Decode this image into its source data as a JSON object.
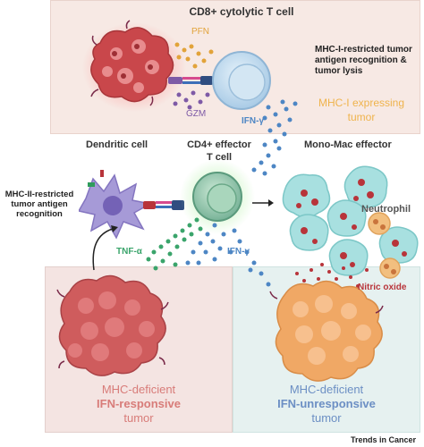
{
  "labels": {
    "cd8_title": "CD8+ cytolytic T cell",
    "pfn": "PFN",
    "gzm": "GZM",
    "ifn_gamma_top": "IFN-γ",
    "mhc1_recognition": "MHC-I-restricted tumor antigen recognition & tumor lysis",
    "mhc1_tumor_line1": "MHC-I expressing",
    "mhc1_tumor_line2": "tumor",
    "dendritic": "Dendritic cell",
    "cd4_line1": "CD4+ effector",
    "cd4_line2": "T cell",
    "monomac": "Mono-Mac effector",
    "mhc2_recognition": "MHC-II-restricted tumor antigen recognition",
    "neutrophil": "Neutrophil",
    "tnf_alpha": "TNF-α",
    "ifn_gamma_mid": "IFN-γ",
    "nitric_oxide": "Nitric oxide",
    "left_tumor_line1": "MHC-deficient",
    "left_tumor_line2": "IFN-responsive",
    "left_tumor_line3": "tumor",
    "right_tumor_line1": "MHC-deficient",
    "right_tumor_line2": "IFN-unresponsive",
    "right_tumor_line3": "tumor",
    "journal": "Trends in Cancer"
  },
  "colors": {
    "pfn": "#e2a33a",
    "gzm": "#7e5aa6",
    "ifn": "#4d86c4",
    "tnf": "#3aa46b",
    "tumor_red": "#c9474b",
    "tumor_orange": "#f0a865",
    "mhc1_tumor_text": "#efb34c",
    "left_tumor_text": "#d87c79",
    "right_tumor_text": "#6c8fc4",
    "nitric_oxide": "#b8343a",
    "tcell": "#bcd8ec",
    "tcell_green": "#8dc8a9",
    "dendritic": "#a69ad7",
    "macrophage": "#a8e0e0",
    "neutrophil": "#f2bf7f"
  }
}
